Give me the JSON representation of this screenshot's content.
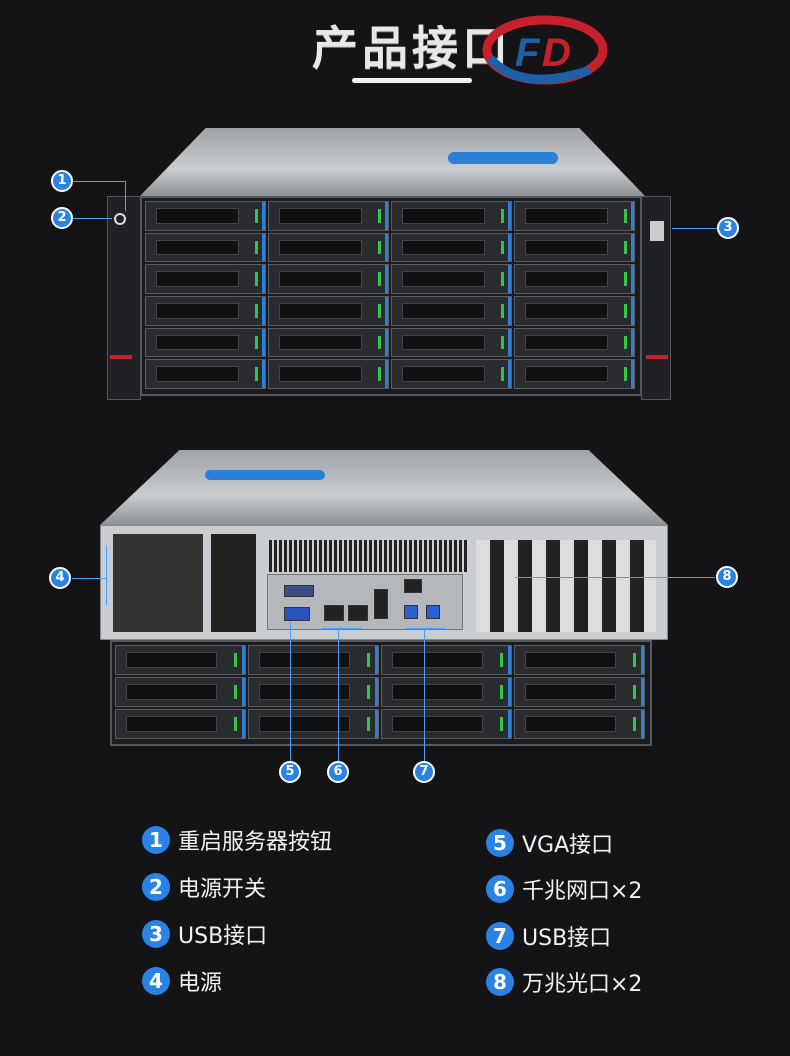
{
  "header": {
    "title": "产品接口",
    "logo_text": "FD"
  },
  "callouts": [
    "1",
    "2",
    "3",
    "4",
    "5",
    "6",
    "7",
    "8"
  ],
  "legend": [
    {
      "num": "1",
      "label": "重启服务器按钮"
    },
    {
      "num": "2",
      "label": "电源开关"
    },
    {
      "num": "3",
      "label": "USB接口"
    },
    {
      "num": "4",
      "label": "电源"
    },
    {
      "num": "5",
      "label": "VGA接口"
    },
    {
      "num": "6",
      "label": "千兆网口×2"
    },
    {
      "num": "7",
      "label": "USB接口"
    },
    {
      "num": "8",
      "label": "万兆光口×2"
    }
  ],
  "colors": {
    "accent": "#2a82e4",
    "background": "#141416",
    "logo_red": "#c8202a",
    "logo_blue": "#1f5fa8"
  }
}
